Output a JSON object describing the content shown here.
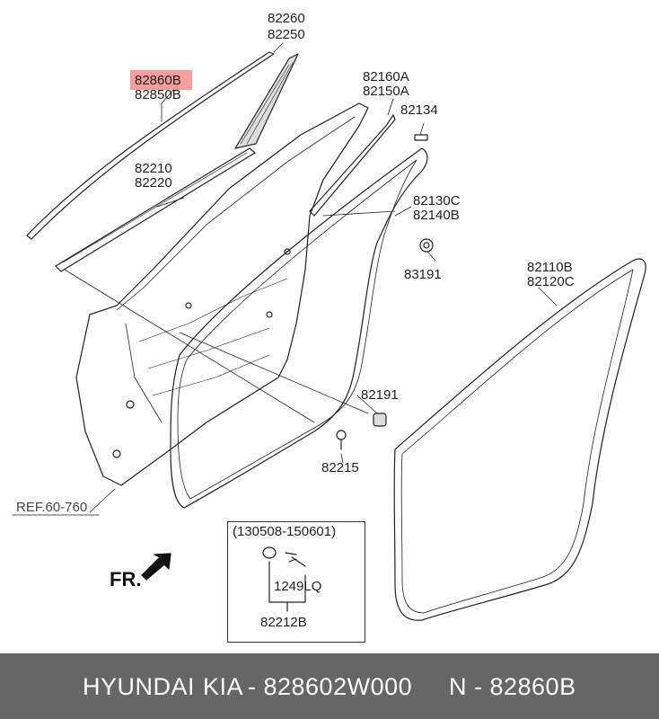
{
  "labels": {
    "p82260": "82260",
    "p82250": "82250",
    "p82860b": "82860B",
    "p82850b": "82850B",
    "p82160a": "82160A",
    "p82150a": "82150A",
    "p82134": "82134",
    "p82210": "82210",
    "p82220": "82220",
    "p82130c": "82130C",
    "p82140b": "82140B",
    "p83191": "83191",
    "p82110b": "82110B",
    "p82120c": "82120C",
    "p82191": "82191",
    "p82215": "82215",
    "ref": "REF.60-760",
    "fr": "FR.",
    "inset_date": "(130508-150601)",
    "p1249lq": "1249LQ",
    "p82212b": "82212B"
  },
  "footer": {
    "brand": "HYUNDAI",
    "make": "KIA",
    "part_number": "828602W000",
    "label_ref": "N - 82860B",
    "background": "#666666"
  },
  "highlight_color": "#f58c8c"
}
